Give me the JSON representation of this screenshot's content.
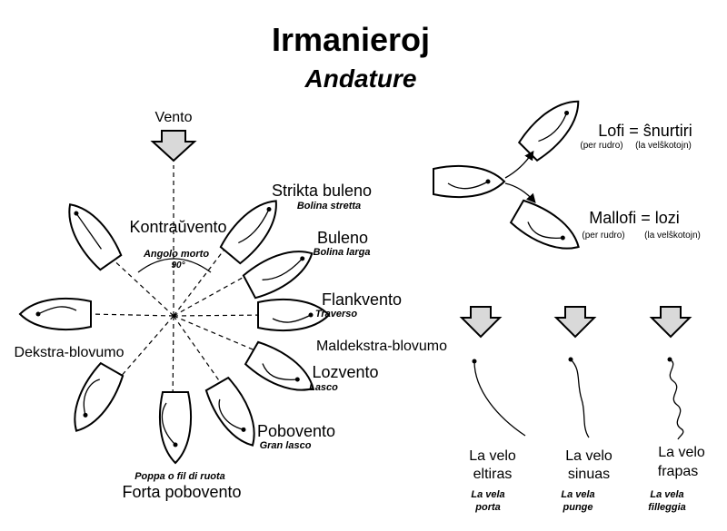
{
  "title": "Irmanieroj",
  "subtitle": "Andature",
  "wind": {
    "label": "Vento"
  },
  "angle": {
    "label": "Angolo morto",
    "value": "90°"
  },
  "points_of_sail": [
    {
      "main": "Kontraŭvento",
      "italian": ""
    },
    {
      "main": "Strikta buleno",
      "italian": "Bolina stretta"
    },
    {
      "main": "Buleno",
      "italian": "Bolina larga"
    },
    {
      "main": "Flankvento",
      "italian": "Traverso"
    },
    {
      "main": "Maldekstra-blovumo",
      "italian": ""
    },
    {
      "main": "Dekstra-blovumo",
      "italian": ""
    },
    {
      "main": "Lozvento",
      "italian": "Lasco"
    },
    {
      "main": "Pobovento",
      "italian": "Gran lasco"
    },
    {
      "main": "Forta pobovento",
      "italian": "Poppa o fil di ruota"
    }
  ],
  "steering": {
    "lofi": {
      "label": "Lofi = ŝnurtiri",
      "rudder": "(per rudro)",
      "sheets": "(la velŝkotojn)"
    },
    "mallofi": {
      "label": "Mallofi = lozi",
      "rudder": "(per rudro)",
      "sheets": "(la velŝkotojn)"
    }
  },
  "sail_states": [
    {
      "line1": "La velo",
      "line2": "eltiras",
      "it1": "La vela",
      "it2": "porta"
    },
    {
      "line1": "La velo",
      "line2": "sinuas",
      "it1": "La vela",
      "it2": "punge"
    },
    {
      "line1": "La velo",
      "line2": "frapas",
      "it1": "La vela",
      "it2": "filleggia"
    }
  ]
}
